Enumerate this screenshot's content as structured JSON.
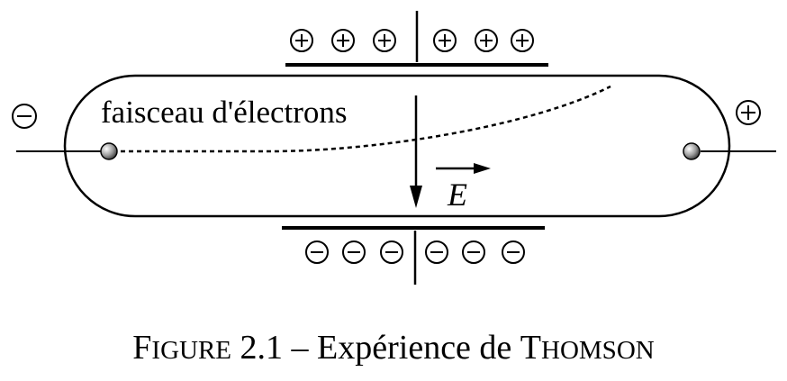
{
  "diagram": {
    "beam_label": "faisceau d'électrons",
    "field_label": "E",
    "plate_top_charges": [
      "+",
      "+",
      "+",
      "+",
      "+",
      "+"
    ],
    "plate_bottom_charges": [
      "−",
      "−",
      "−",
      "−",
      "−",
      "−"
    ],
    "cathode_sign": "−",
    "anode_sign": "+",
    "colors": {
      "stroke": "#000000",
      "electrode_fill": "#9a9a9a",
      "background": "#ffffff"
    }
  },
  "caption": {
    "prefix_cap": "F",
    "prefix_rest": "igure",
    "number": "2.1",
    "dash": "–",
    "title": "Expérience de",
    "name_cap": "T",
    "name_rest": "homson"
  }
}
